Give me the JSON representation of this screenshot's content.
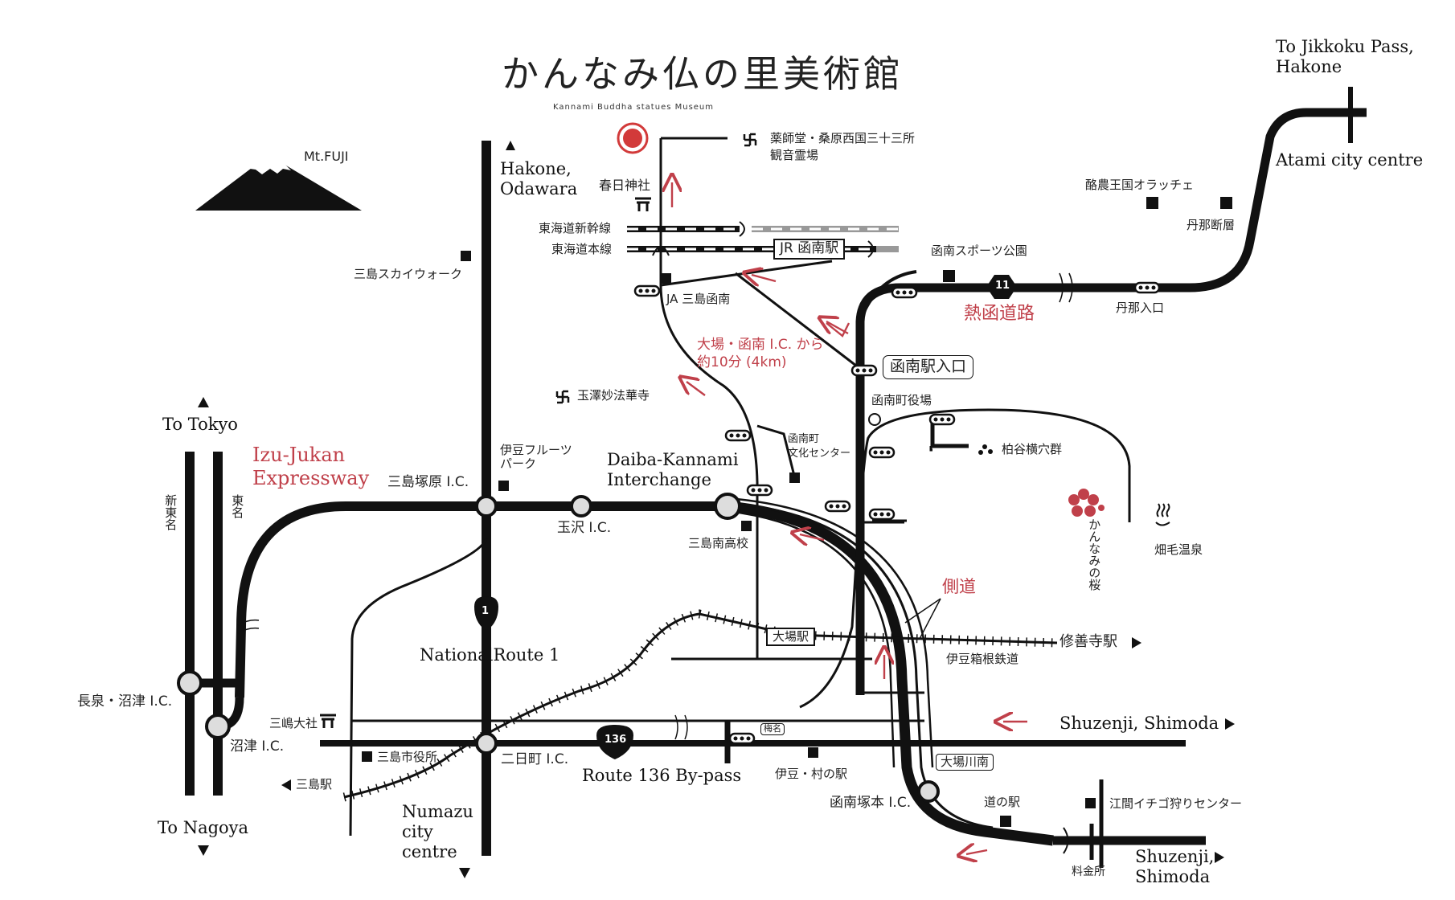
{
  "title": {
    "ja": "かんなみ仏の里美術館",
    "en": "Kannami Buddha statues Museum"
  },
  "directions": {
    "jikkoku": "To Jikkoku Pass,\nHakone",
    "atami": "Atami city centre",
    "hakone_odawara": "Hakone,\nOdawara",
    "to_tokyo": "To Tokyo",
    "to_nagoya": "To Nagoya",
    "numazu": "Numazu\ncity\ncentre",
    "shuzenji_shimoda_1": "Shuzenji, Shimoda",
    "shuzenji_shimoda_2": "Shuzenji,\nShimoda"
  },
  "roads": {
    "izu_jukan": "Izu-Jukan\nExpressway",
    "daiba_kannami": "Daiba-Kannami\nInterchange",
    "national_route_1": "NationalRoute 1",
    "route_136": "Route 136 By-pass",
    "netsukan": "熱函道路",
    "sokudo": "側道",
    "shinkansen": "東海道新幹線",
    "tokaido": "東海道本線",
    "izuhakone": "伊豆箱根鉄道",
    "shin_tomei": "新東名",
    "tomei": "東名",
    "route1_num": "1",
    "route136_num": "136",
    "route11_num": "11"
  },
  "interchanges": {
    "mishima_tsukahara": "三島塚原 I.C.",
    "tamazawa": "玉沢 I.C.",
    "nagaizumi": "長泉・沼津 I.C.",
    "numazu": "沼津 I.C.",
    "futsukamachi": "二日町 I.C.",
    "kannami_tsukamoto": "函南塚本 I.C."
  },
  "stations": {
    "jr_kannami": "JR 函南駅",
    "daiba": "大場駅",
    "mishima": "三島駅",
    "shuzenji": "修善寺駅"
  },
  "places": {
    "mt_fuji": "Mt.FUJI",
    "yakushido": "薬師堂・桑原西国三十三所\n観音霊場",
    "kasuga": "春日神社",
    "sky_walk": "三島スカイウォーク",
    "ja_mishima": "JA 三島函南",
    "gyokutaku": "玉澤妙法華寺",
    "fruit_park": "伊豆フルーツ\nパーク",
    "bunka_center": "函南町\n文化センター",
    "mishima_minami_hs": "三島南高校",
    "town_office": "函南町役場",
    "kashiwaya": "柏谷横穴群",
    "sakura": "かんなみの桜",
    "hatake_onsen": "畑毛温泉",
    "sports_park": "函南スポーツ公園",
    "oratche": "酪農王国オラッチェ",
    "tanna_fault": "丹那断層",
    "tanna_iriguchi": "丹那入口",
    "kannami_eki_iriguchi": "函南駅入口",
    "mishima_taisha": "三嶋大社",
    "mishima_city_office": "三島市役所",
    "izu_muranoeki": "伊豆・村の駅",
    "umena": "梅名",
    "daiba_kawaminami": "大場川南",
    "michinoeki": "道の駅",
    "ema_ichigo": "江間イチゴ狩りセンター",
    "ryokinsho": "料金所"
  },
  "notes": {
    "time_from_ic": "大場・函南 I.C. から\n約10分 (4km)"
  },
  "colors": {
    "road": "#111111",
    "accent_red": "#c0404a",
    "museum": "#d23a3a",
    "rail_gray": "#888888"
  }
}
